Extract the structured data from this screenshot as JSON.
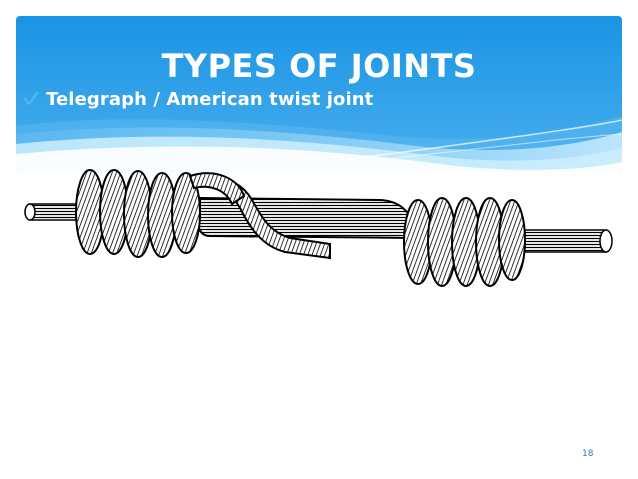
{
  "slide": {
    "title": "TYPES OF JOINTS",
    "bullet": "Telegraph / American twist joint",
    "page_number": "18"
  },
  "figure": {
    "icon": "twisted-wire-joint-illustration"
  },
  "colors": {
    "header_blue": "#1a8fde",
    "header_light": "#6cc3f4",
    "accent": "#ffffff",
    "page_number": "#2a7cd0"
  }
}
